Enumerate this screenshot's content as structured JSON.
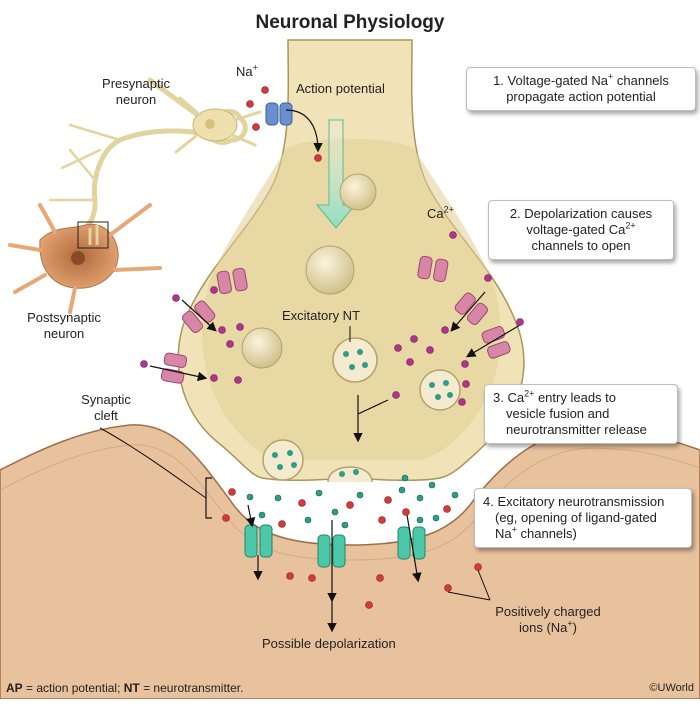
{
  "title": "Neuronal Physiology",
  "labels": {
    "na_ion": "Na",
    "na_sup": "+",
    "ca_ion": "Ca",
    "ca_sup": "2+",
    "action_potential": "Action potential",
    "presynaptic_1": "Presynaptic",
    "presynaptic_2": "neuron",
    "postsynaptic_1": "Postsynaptic",
    "postsynaptic_2": "neuron",
    "excitatory_nt": "Excitatory NT",
    "synaptic_cleft_1": "Synaptic",
    "synaptic_cleft_2": "cleft",
    "possible_depolarization": "Possible depolarization",
    "positive_ions_1": "Positively charged",
    "positive_ions_2": "ions (Na",
    "positive_ions_sup": "+",
    "positive_ions_3": ")"
  },
  "steps": {
    "s1_a": "1. Voltage-gated Na",
    "s1_sup": "+",
    "s1_b": " channels",
    "s1_c": "propagate action potential",
    "s2_a": "2. Depolarization causes",
    "s2_b": "voltage-gated Ca",
    "s2_sup": "2+",
    "s2_c": "channels to open",
    "s3_a": "3. Ca",
    "s3_sup": "2+",
    "s3_b": " entry leads to",
    "s3_c": "vesicle fusion and",
    "s3_d": "neurotransmitter release",
    "s4_a": "4. Excitatory neurotransmission",
    "s4_b": "(eg, opening of ligand-gated",
    "s4_c": "Na",
    "s4_sup": "+",
    "s4_d": " channels)"
  },
  "footer": {
    "ap_abbr": "AP",
    "ap_def": " = action potential; ",
    "nt_abbr": "NT",
    "nt_def": " = neurotransmitter."
  },
  "copyright": "©UWorld",
  "colors": {
    "terminal_fill": "#efe2b6",
    "terminal_stroke": "#a89658",
    "postsynaptic_fill": "#e6c09a",
    "postsynaptic_stroke": "#9c6c44",
    "vesicle_fill": "#e9dcb1",
    "ca_channel": "#d985a8",
    "na_channel": "#6a8fd0",
    "ligand_channel": "#4cc8a8",
    "na_ion": "#d33a3a",
    "ca_ion": "#b0348f",
    "nt_dot": "#2e9c86",
    "ap_arrow": "#9be0c7"
  }
}
